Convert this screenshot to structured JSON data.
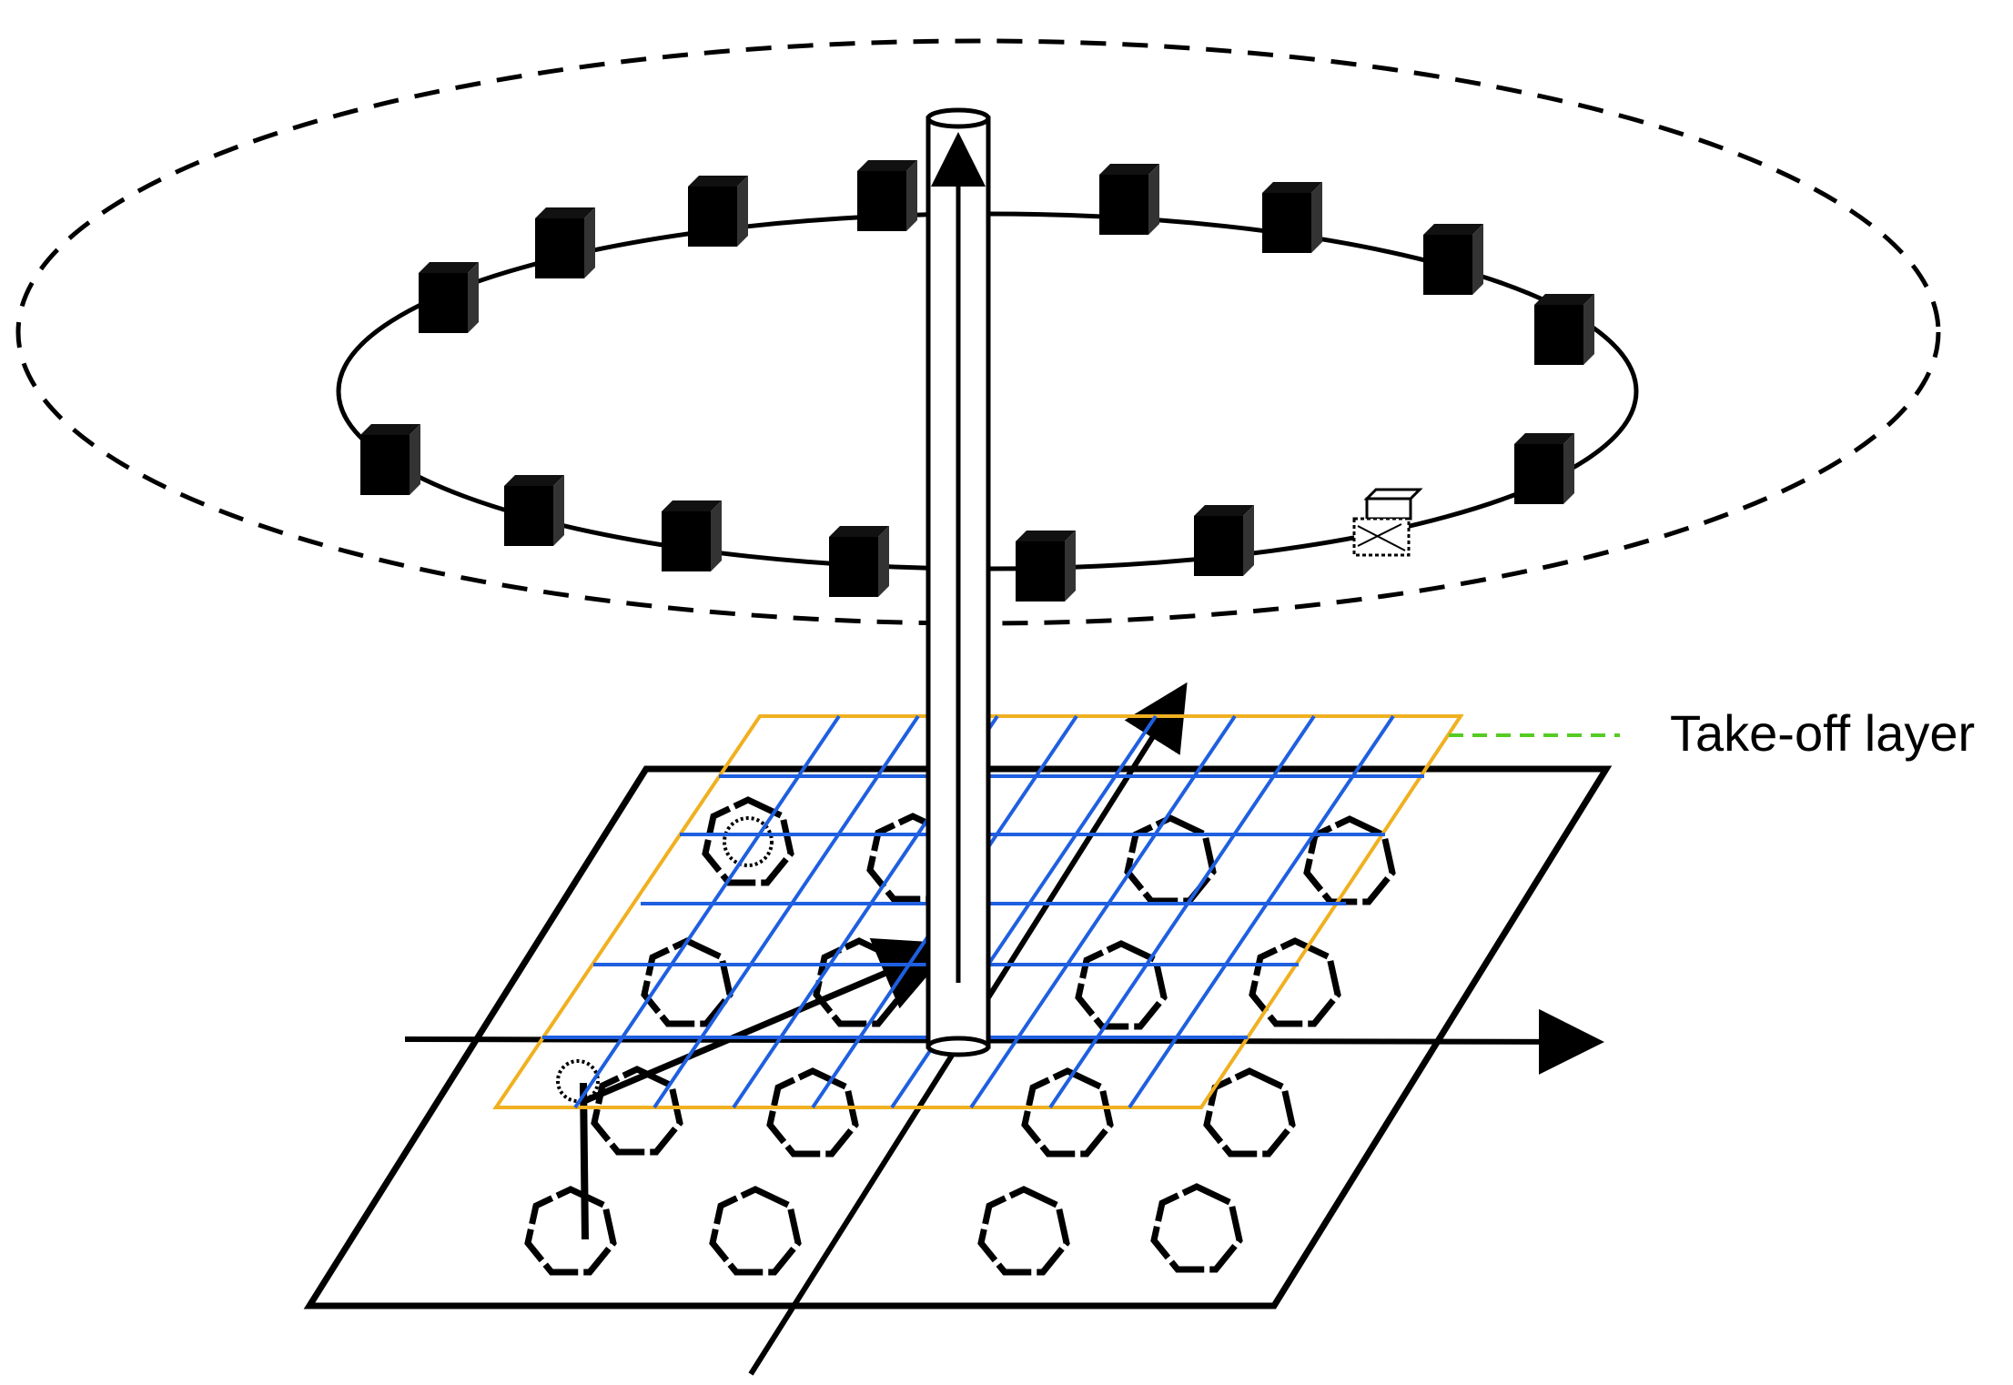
{
  "labels": {
    "takeoff_layer": "Take-off layer"
  },
  "colors": {
    "ink": "#000000",
    "grid_lines": "#1f5fe0",
    "takeoff_outline": "#f0b020",
    "label_leader": "#55cc22"
  },
  "icons": {
    "platform_node": "black-cube",
    "active_node": "hatched-cube",
    "base_element": "heptagon-outline"
  }
}
